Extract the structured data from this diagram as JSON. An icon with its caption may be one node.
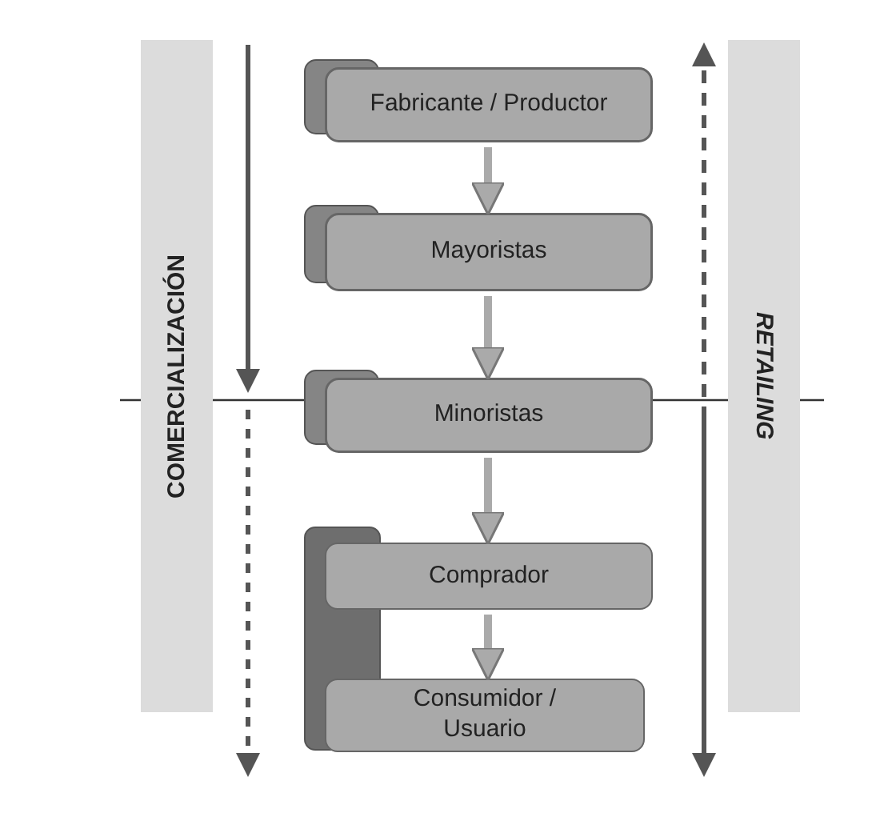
{
  "diagram": {
    "nodes": [
      {
        "text": [
          "Fabricante / Productor"
        ]
      },
      {
        "text": [
          "Mayoristas"
        ]
      },
      {
        "text": [
          "Minoristas"
        ]
      },
      {
        "text": [],
        "shape": "box"
      },
      {
        "text": [
          "Comprador"
        ]
      },
      {
        "text": [
          "Consumidor / Usuario"
        ]
      },
      {
        "text": [
          "COMERCIALIZACIÓN"
        ]
      },
      {
        "text": [
          "RETAILING"
        ]
      }
    ],
    "edges": [
      {
        "from": 0,
        "to": 1,
        "arrow": "to"
      },
      {
        "from": 1,
        "to": 2,
        "arrow": "to"
      },
      {
        "from": 2,
        "to": 4,
        "arrow": "to"
      },
      {
        "from": 4,
        "to": 5,
        "arrow": "to"
      }
    ]
  }
}
